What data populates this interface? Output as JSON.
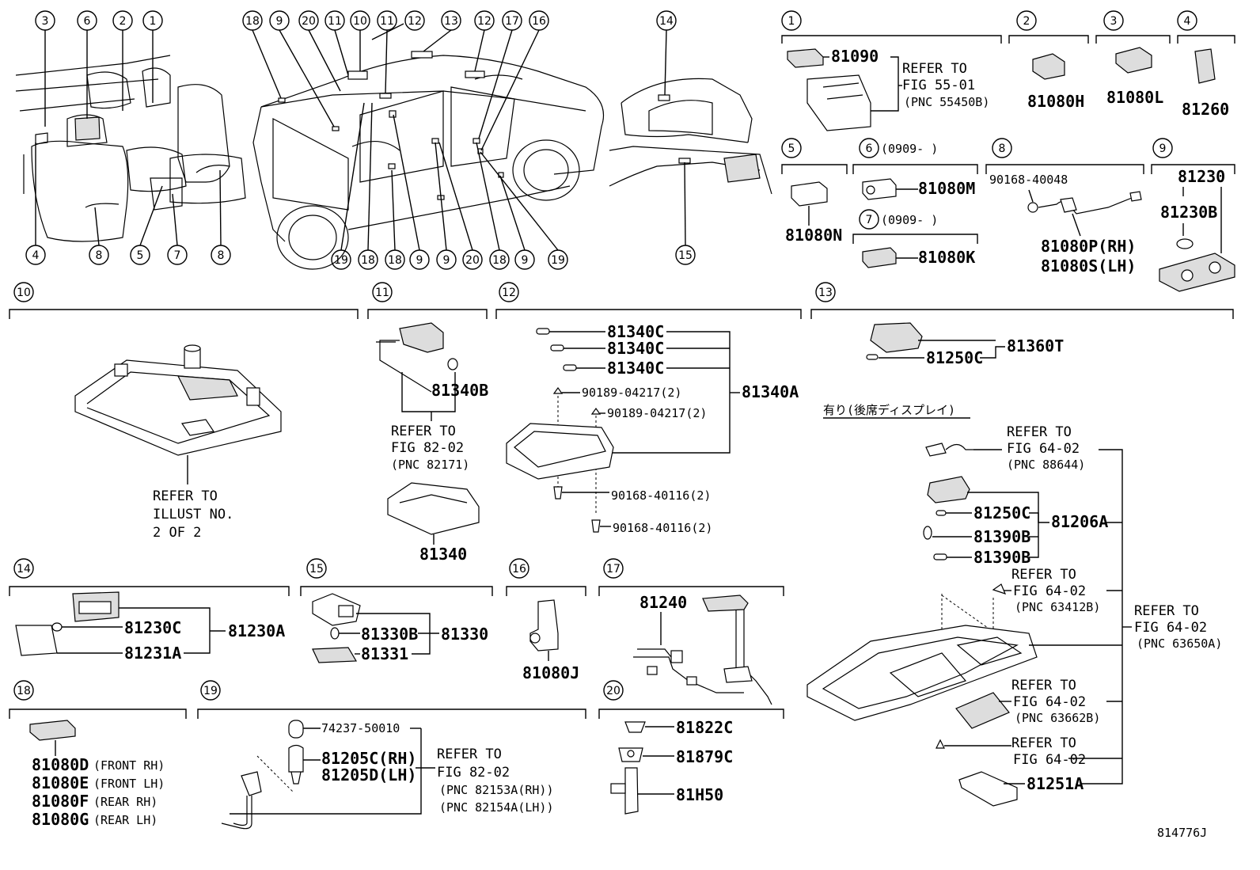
{
  "diagram_id": "814776J",
  "callouts_top": [
    "3",
    "6",
    "2",
    "1",
    "18",
    "9",
    "20",
    "11",
    "10",
    "11",
    "12",
    "13",
    "12",
    "17",
    "16",
    "14"
  ],
  "callouts_bottom": [
    "4",
    "8",
    "5",
    "7",
    "8",
    "19",
    "18",
    "18",
    "9",
    "9",
    "20",
    "18",
    "9",
    "19",
    "15"
  ],
  "sections": [
    "1",
    "2",
    "3",
    "4",
    "5",
    "6",
    "7",
    "8",
    "9",
    "10",
    "11",
    "12",
    "13",
    "14",
    "15",
    "16",
    "17",
    "18",
    "19",
    "20"
  ],
  "s6_note": "(0909-    )",
  "s7_note": "(0909-    )",
  "parts": {
    "p81090": "81090",
    "refer_to": "REFER TO",
    "fig5501": "FIG 55-01",
    "pnc55450b": "(PNC 55450B)",
    "p81080h": "81080H",
    "p81080l": "81080L",
    "p81260": "81260",
    "p81080n": "81080N",
    "p81080m": "81080M",
    "p81080k": "81080K",
    "p9016840048": "90168-40048",
    "p81080p": "81080P(RH)",
    "p81080s": "81080S(LH)",
    "p81230": "81230",
    "p81230b": "81230B",
    "illust1": "ILLUST NO.",
    "illust2": "2 OF 2",
    "p81340b": "81340B",
    "fig8202": "FIG 82-02",
    "pnc82171": "(PNC 82171)",
    "p81340": "81340",
    "p81340c": "81340C",
    "p9018904217": "90189-04217(2)",
    "p81340a": "81340A",
    "p9016840116": "90168-40116(2)",
    "p81250c": "81250C",
    "p81360t": "81360T",
    "jp_note": "有り(後席ディスプレイ)",
    "fig6402": "FIG 64-02",
    "pnc88644": "(PNC 88644)",
    "p81206a": "81206A",
    "p81390b": "81390B",
    "pnc63412b": "(PNC 63412B)",
    "pnc63650a": "(PNC 63650A)",
    "pnc63662b": "(PNC 63662B)",
    "p81251a": "81251A",
    "p81230c": "81230C",
    "p81230a": "81230A",
    "p81231a": "81231A",
    "p81330b": "81330B",
    "p81330": "81330",
    "p81331": "81331",
    "p81080j": "81080J",
    "p81240": "81240",
    "p81080d": "81080D",
    "front_rh": "(FRONT RH)",
    "p81080e": "81080E",
    "front_lh": "(FRONT LH)",
    "p81080f": "81080F",
    "rear_rh": "(REAR RH)",
    "p81080g": "81080G",
    "rear_lh": "(REAR LH)",
    "p7423750010": "74237-50010",
    "p81205c": "81205C(RH)",
    "p81205d": "81205D(LH)",
    "pnc82153a": "(PNC 82153A(RH))",
    "pnc82154a": "(PNC 82154A(LH))",
    "p81822c": "81822C",
    "p81879c": "81879C",
    "p81h50": "81H50"
  }
}
